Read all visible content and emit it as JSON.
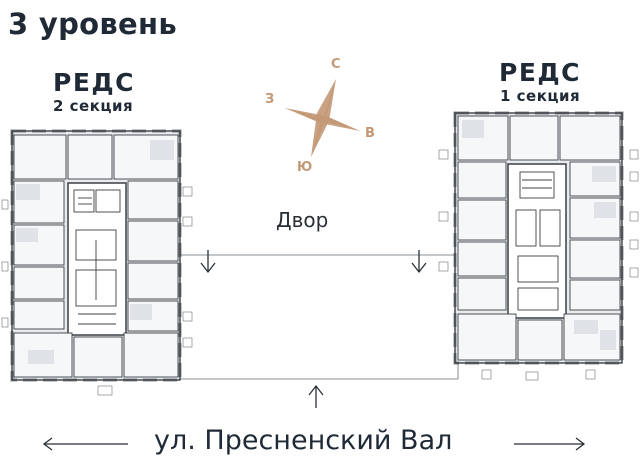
{
  "level": {
    "title": "3 уровень"
  },
  "buildings": [
    {
      "name": "РЕДС",
      "section": "2 секция"
    },
    {
      "name": "РЕДС",
      "section": "1 секция"
    }
  ],
  "compass": {
    "north": "С",
    "east": "В",
    "south": "Ю",
    "west": "З",
    "color": "#c39875"
  },
  "yard": {
    "label": "Двор"
  },
  "street": {
    "label": "ул. Пресненский Вал"
  },
  "colors": {
    "text": "#1f2a36",
    "plan_bg": "#e9ecef",
    "plan_room": "#f6f7f8",
    "plan_wall": "#3b3f44",
    "accent": "#c39875"
  }
}
